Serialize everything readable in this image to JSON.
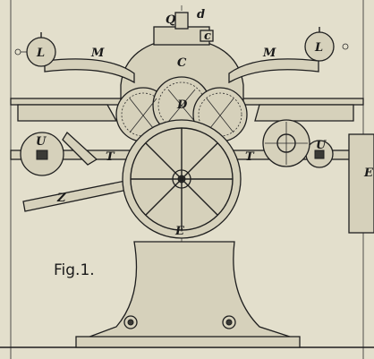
{
  "figure": {
    "caption": "Fig.1."
  },
  "labels": {
    "Q": "Q",
    "d": "d",
    "c": "c",
    "C": "C",
    "L_left": "L",
    "L_right": "L",
    "M_left": "M",
    "M_right": "M",
    "D": "D",
    "U_left": "U",
    "U_right": "U",
    "T_left": "T",
    "T_right": "T",
    "Z": "Z",
    "E_bottom": "E",
    "E_right": "E"
  }
}
